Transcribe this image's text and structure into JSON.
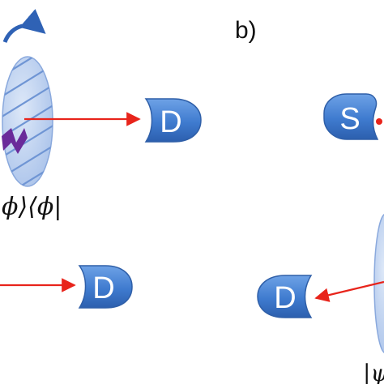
{
  "panel_b_label": "b)",
  "detector_label": "D",
  "source_label": "S",
  "projector_label": "ϕ⟩⟨ϕ|",
  "partial_ket_label": "|ψ",
  "colors": {
    "device_fill": "#4a86d6",
    "device_edge": "#2f5fa8",
    "filter_fill": "#bcd0ef",
    "filter_stripe": "#6f95d4",
    "beam": "#e8241b",
    "rotation_arrow": "#2f62b5",
    "purple_mark": "#6a2a9a"
  },
  "icons": [
    "rotation-arrow-icon",
    "purple-chevron-icon"
  ]
}
